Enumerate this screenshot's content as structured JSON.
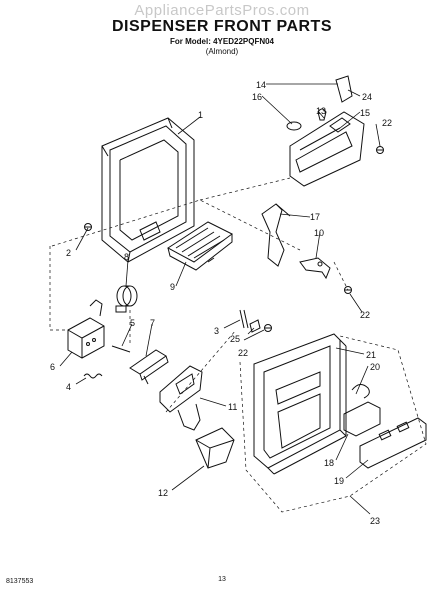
{
  "watermark": "AppliancePartsPros.com",
  "title": "DISPENSER FRONT PARTS",
  "model_line": "For Model: 4YED22PQFN04",
  "variant": "(Almond)",
  "doc_code": "8137553",
  "page_number": "13",
  "callouts": [
    {
      "id": "c1",
      "label": "1"
    },
    {
      "id": "c2",
      "label": "2"
    },
    {
      "id": "c3",
      "label": "3"
    },
    {
      "id": "c4",
      "label": "4"
    },
    {
      "id": "c5",
      "label": "5"
    },
    {
      "id": "c6",
      "label": "6"
    },
    {
      "id": "c7",
      "label": "7"
    },
    {
      "id": "c8",
      "label": "8"
    },
    {
      "id": "c9",
      "label": "9"
    },
    {
      "id": "c10",
      "label": "10"
    },
    {
      "id": "c11",
      "label": "11"
    },
    {
      "id": "c12",
      "label": "12"
    },
    {
      "id": "c13",
      "label": "13"
    },
    {
      "id": "c14",
      "label": "14"
    },
    {
      "id": "c15",
      "label": "15"
    },
    {
      "id": "c16",
      "label": "16"
    },
    {
      "id": "c17",
      "label": "17"
    },
    {
      "id": "c18",
      "label": "18"
    },
    {
      "id": "c19",
      "label": "19"
    },
    {
      "id": "c20",
      "label": "20"
    },
    {
      "id": "c21",
      "label": "21"
    },
    {
      "id": "c22a",
      "label": "22"
    },
    {
      "id": "c22b",
      "label": "22"
    },
    {
      "id": "c22c",
      "label": "22"
    },
    {
      "id": "c23",
      "label": "23"
    },
    {
      "id": "c24",
      "label": "24"
    },
    {
      "id": "c25",
      "label": "25"
    }
  ]
}
